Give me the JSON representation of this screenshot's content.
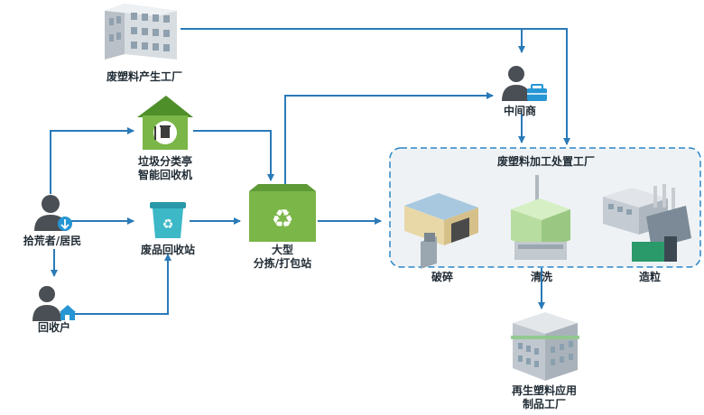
{
  "nodes": {
    "waste_factory": {
      "label": "废塑料产生工厂"
    },
    "middleman": {
      "label": "中间商"
    },
    "garbage_kiosk": {
      "line1": "垃圾分类亭",
      "line2": "智能回收机"
    },
    "scavenger": {
      "label": "拾荒者/居民"
    },
    "recycle_station": {
      "label": "废品回收站"
    },
    "sorting_station": {
      "line1": "大型",
      "line2": "分拣/打包站"
    },
    "collector": {
      "label": "回收户"
    },
    "processing_plant": {
      "title": "废塑料加工处置工厂",
      "steps": [
        "破碎",
        "清洗",
        "造粒"
      ]
    },
    "product_factory": {
      "line1": "再生塑料应用",
      "line2": "制品工厂"
    }
  },
  "colors": {
    "arrow": "#2a7ab8",
    "green": "#7ab648",
    "dark_green": "#4f8f2a",
    "person": "#4a4f55",
    "badge": "#2696d4",
    "panel_border": "#2b86c5",
    "panel_fill": "#eef2f5"
  }
}
